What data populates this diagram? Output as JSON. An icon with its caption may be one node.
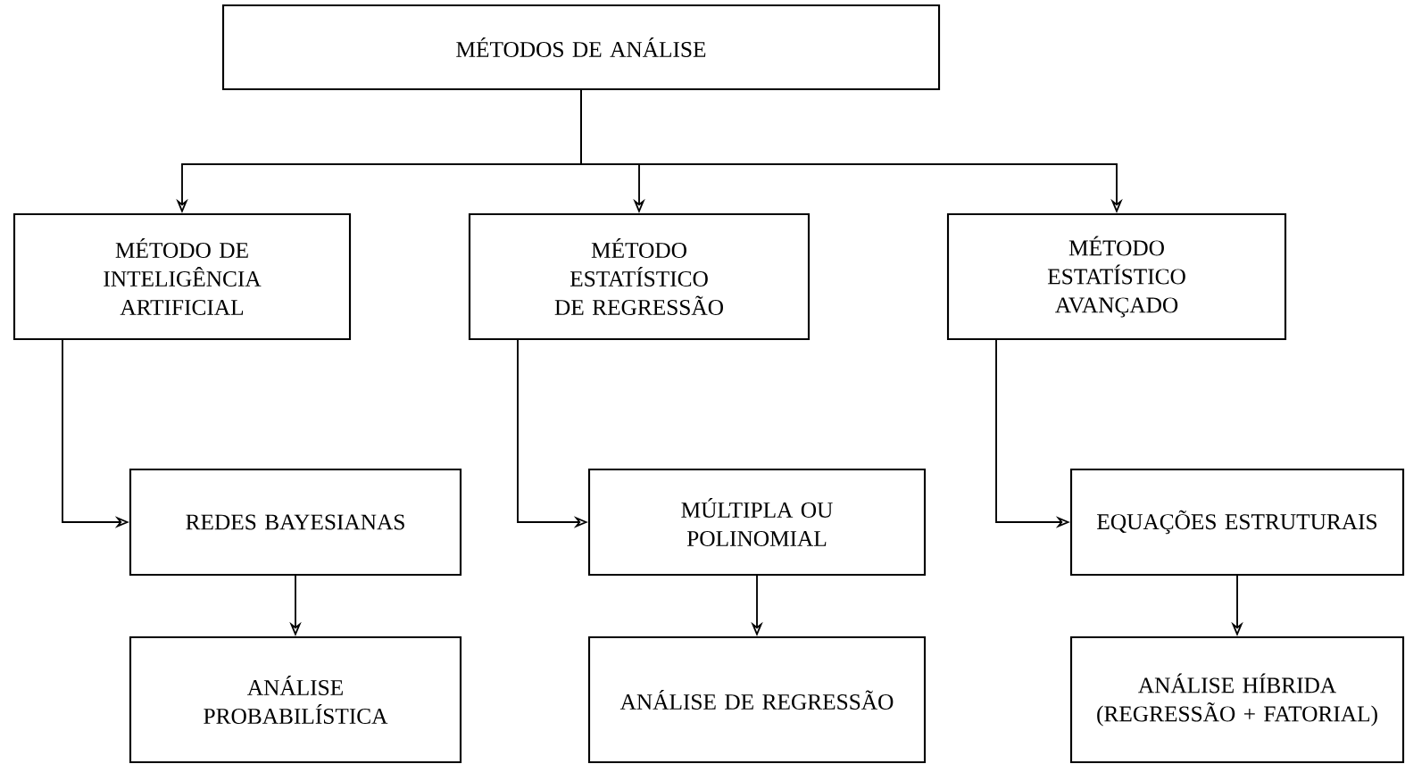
{
  "diagram": {
    "nodes": [
      {
        "text": [
          "MÉTODOS DE ANÁLISE"
        ]
      },
      {
        "text": [
          "MÉTODO DE INTELIGÊNCIA ARTIFICIAL"
        ]
      },
      {
        "text": [
          "MÉTODO ESTATÍSTICO DE REGRESSÃO"
        ]
      },
      {
        "text": [
          "MÉTODO ESTATÍSTICO AVANÇADO"
        ]
      },
      {
        "text": [
          "REDES BAYESIANAS"
        ]
      },
      {
        "text": [
          "MÚLTIPLA OU POLINOMIAL"
        ]
      },
      {
        "text": [
          "EQUAÇÕES ESTRUTURAIS"
        ]
      },
      {
        "text": [
          "ANÁLISE PROBABILÍSTICA"
        ]
      },
      {
        "text": [
          "ANÁLISE DE REGRESSÃO"
        ]
      },
      {
        "text": [
          "ANÁLISE HÍBRIDA (REGRESSÃO + FATORIAL)"
        ]
      }
    ],
    "edges": [
      {
        "from": 0,
        "to": 1,
        "arrow": "to"
      },
      {
        "from": 0,
        "to": 2,
        "arrow": "to"
      },
      {
        "from": 0,
        "to": 3,
        "arrow": "to"
      },
      {
        "from": 1,
        "to": 4,
        "arrow": "to"
      },
      {
        "from": 2,
        "to": 5,
        "arrow": "to"
      },
      {
        "from": 3,
        "to": 6,
        "arrow": "to"
      },
      {
        "from": 4,
        "to": 7,
        "arrow": "to"
      },
      {
        "from": 5,
        "to": 8,
        "arrow": "to"
      },
      {
        "from": 6,
        "to": 9,
        "arrow": "to"
      }
    ]
  }
}
